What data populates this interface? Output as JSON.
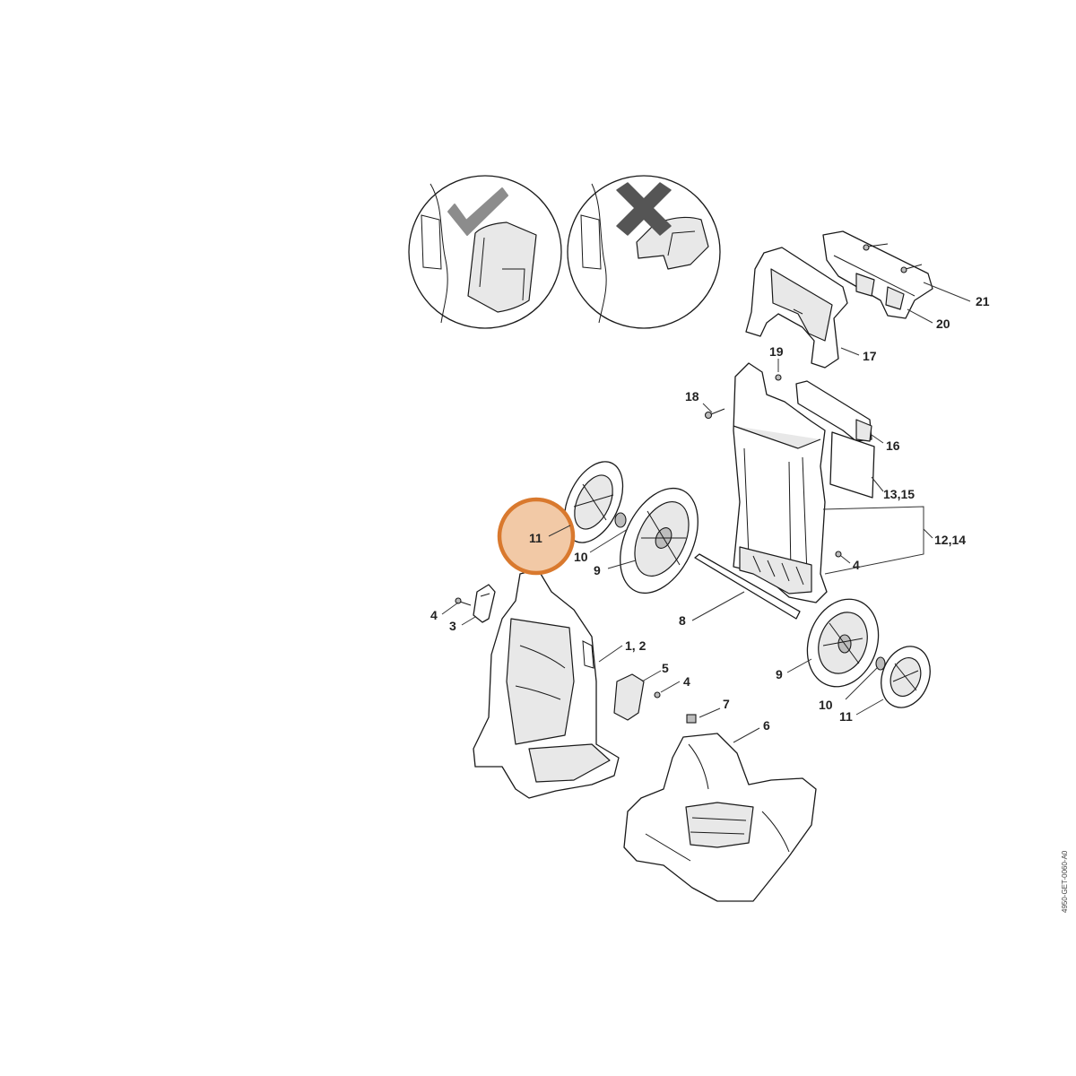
{
  "callouts": {
    "c21": "21",
    "c20": "20",
    "c17": "17",
    "c19": "19",
    "c18": "18",
    "c16": "16",
    "c13_15": "13,15",
    "c12_14": "12,14",
    "c4_right": "4",
    "c11_highlight": "11",
    "c10_left": "10",
    "c9_left": "9",
    "c8": "8",
    "c4_left": "4",
    "c3": "3",
    "c1_2": "1, 2",
    "c5": "5",
    "c4_mid": "4",
    "c9_right": "9",
    "c10_right": "10",
    "c11_right": "11",
    "c7": "7",
    "c6": "6"
  },
  "reference_code": "4950-GET-0060-A0",
  "colors": {
    "highlight_fill": "#f2c9a6",
    "highlight_stroke": "#d9792e",
    "check_mark": "#8c8c8c",
    "cross_mark": "#555555"
  },
  "icons": {
    "correct": "check-mark-icon",
    "incorrect": "cross-mark-icon"
  }
}
